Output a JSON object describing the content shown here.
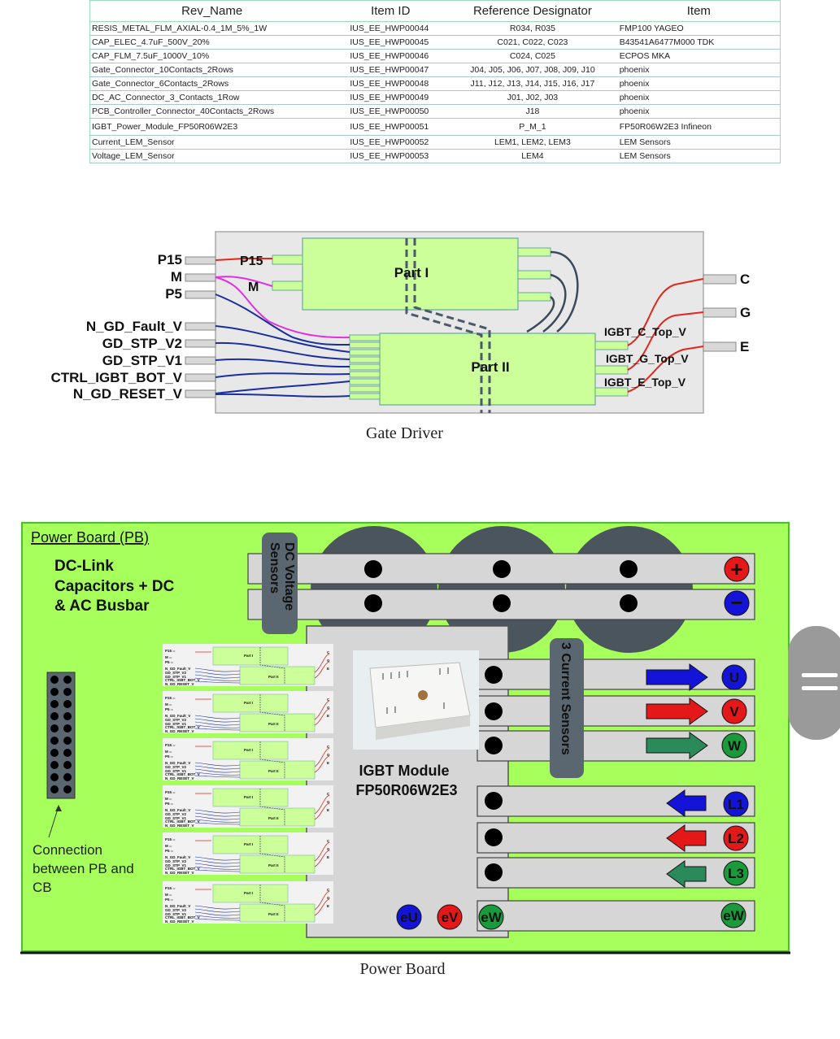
{
  "bom": {
    "headers": [
      "Rev_Name",
      "Item ID",
      "Reference Designator",
      "Item"
    ],
    "rows": [
      [
        "RESIS_METAL_FLM_AXIAL-0.4_1M_5%_1W",
        "IUS_EE_HWP00044",
        "R034, R035",
        "FMP100  YAGEO"
      ],
      [
        "CAP_ELEC_4.7uF_500V_20%",
        "IUS_EE_HWP00045",
        "C021, C022, C023",
        "B43541A6477M000 TDK"
      ],
      [
        "CAP_FLM_7.5uF_1000V_10%",
        "IUS_EE_HWP00046",
        "C024, C025",
        "ECPOS MKA"
      ],
      [
        "Gate_Connector_10Contacts_2Rows",
        "IUS_EE_HWP00047",
        "J04,  J05, J06, J07,  J08, J09, J10",
        "phoenix"
      ],
      [
        "Gate_Connector_6Contacts_2Rows",
        "IUS_EE_HWP00048",
        "J11, J12, J13, J14,  J15, J16, J17",
        "phoenix"
      ],
      [
        "DC_AC_Connector_3_Contacts_1Row",
        "IUS_EE_HWP00049",
        "J01,  J02, J03",
        "phoenix"
      ],
      [
        "PCB_Controller_Connector_40Contacts_2Rows",
        "IUS_EE_HWP00050",
        "J18",
        "phoenix"
      ],
      [
        "IGBT_Power_Module_FP50R06W2E3",
        "IUS_EE_HWP00051",
        "P_M_1",
        "FP50R06W2E3  Infineon"
      ],
      [
        "Current_LEM_Sensor",
        "IUS_EE_HWP00052",
        "LEM1, LEM2, LEM3",
        "LEM Sensors"
      ],
      [
        "Voltage_LEM_Sensor",
        "IUS_EE_HWP00053",
        "LEM4",
        "LEM Sensors"
      ]
    ]
  },
  "gate_driver": {
    "caption": "Gate Driver",
    "part1": "Part I",
    "part2": "Part II",
    "in_labels": [
      "P15",
      "M",
      "P5",
      "N_GD_Fault_V",
      "GD_STP_V2",
      "GD_STP_V1",
      "CTRL_IGBT_BOT_V",
      "N_GD_RESET_V"
    ],
    "inner_p15": "P15",
    "inner_m": "M",
    "out_labels": [
      "C",
      "G",
      "E"
    ],
    "mid_labels": [
      "IGBT_C_Top_V",
      "IGBT_G_Top_V",
      "IGBT_E_Top_V"
    ],
    "colors": {
      "board": "#e8e8e8",
      "part": "#ccff99",
      "red": "#e0281c",
      "blue": "#1a2ea0",
      "magenta": "#e030e0",
      "dash": "#4a5a6a"
    }
  },
  "power_board": {
    "caption": "Power Board",
    "title": "Power Board (PB)",
    "dc_link_text": [
      "DC-Link",
      "Capacitors + DC",
      "& AC Busbar"
    ],
    "dc_voltage_sensors": [
      "DC Voltage",
      "Sensors"
    ],
    "current_sensors": "3 Current Sensors",
    "igbt_text": [
      "IGBT Module",
      "FP50R06W2E3"
    ],
    "connection_text": [
      "Connection",
      "between PB and",
      "CB"
    ],
    "dc_terminals": [
      "+",
      "−"
    ],
    "phase_terminals": [
      "U",
      "V",
      "W"
    ],
    "line_terminals": [
      "L1",
      "L2",
      "L3"
    ],
    "sense_terminals": [
      "eU",
      "eV",
      "eW"
    ],
    "right_terminal": "eW",
    "colors": {
      "board": "#a6ff5a",
      "busbar": "#d6d6d6",
      "sensor": "#5a6670",
      "red": "#e41818",
      "blue": "#1414d8",
      "green": "#1a9a3a",
      "arrow_green": "#2a8a5a"
    }
  }
}
